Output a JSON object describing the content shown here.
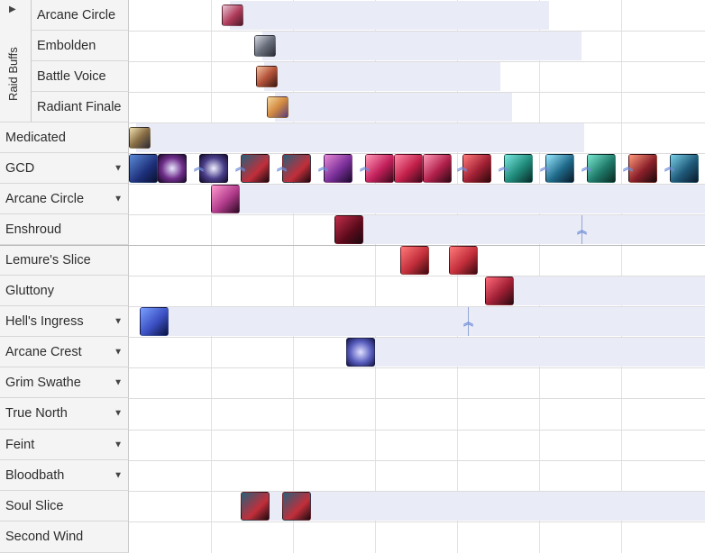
{
  "raid_buffs": {
    "group_label": "Raid Buffs",
    "rows": [
      "Arcane Circle",
      "Embolden",
      "Battle Voice",
      "Radiant Finale"
    ]
  },
  "rows": [
    {
      "label": "Medicated",
      "dropdown": false
    },
    {
      "label": "GCD",
      "dropdown": true
    },
    {
      "label": "Arcane Circle",
      "dropdown": true
    },
    {
      "label": "Enshroud",
      "dropdown": false
    },
    {
      "label": "Lemure's Slice",
      "dropdown": false
    },
    {
      "label": "Gluttony",
      "dropdown": false
    },
    {
      "label": "Hell's Ingress",
      "dropdown": true
    },
    {
      "label": "Arcane Crest",
      "dropdown": true
    },
    {
      "label": "Grim Swathe",
      "dropdown": true
    },
    {
      "label": "True North",
      "dropdown": true
    },
    {
      "label": "Feint",
      "dropdown": true
    },
    {
      "label": "Bloodbath",
      "dropdown": true
    },
    {
      "label": "Soul Slice",
      "dropdown": false
    },
    {
      "label": "Second Wind",
      "dropdown": false
    }
  ],
  "icons": {
    "arcane-circle": "#b03a5a",
    "embolden": "#6a6f7d",
    "battle-voice": "#b5533b",
    "radiant-finale": "#d38a3f",
    "medicated": "#8a6f45",
    "gcd": "#6f2e8a",
    "enshroud": "#7a1f2e",
    "lemures-slice": "#c22e3a",
    "gluttony": "#a01f34",
    "hells-ingress": "#3b4fc2",
    "arcane-crest": "#5a5fbf",
    "soul-slice": "#27607a"
  }
}
